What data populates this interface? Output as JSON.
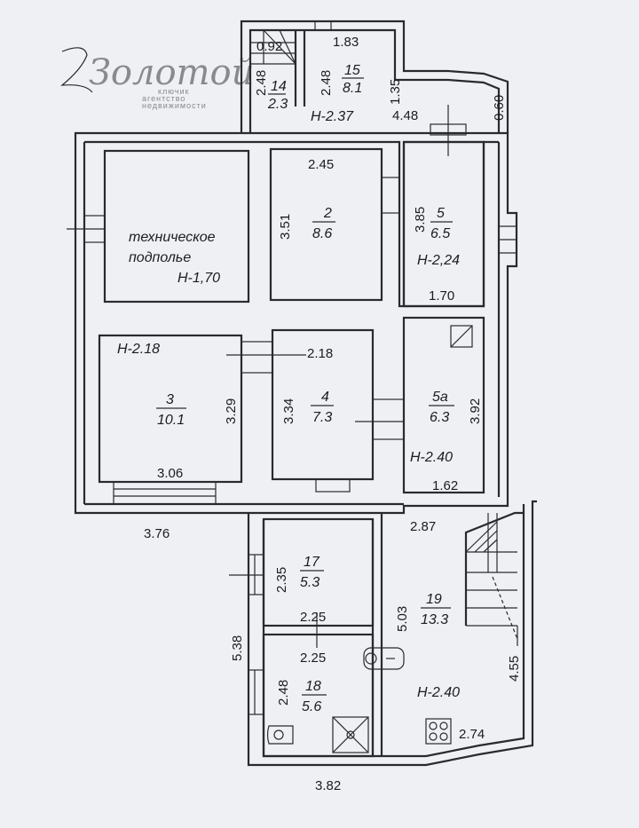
{
  "logo": {
    "name": "Золотой",
    "sub1": "ключик",
    "sub2": "агентство",
    "sub3": "недвижимости"
  },
  "rooms": {
    "tech": {
      "line1": "техническое",
      "line2": "подполье",
      "height": "Н-1,70"
    },
    "r2": {
      "num": "2",
      "area": "8.6",
      "w": "2.45",
      "h": "3.51"
    },
    "r3": {
      "num": "3",
      "area": "10.1",
      "w": "3.06",
      "h": "3.29",
      "height": "Н-2.18"
    },
    "r4": {
      "num": "4",
      "area": "7.3",
      "w": "2.18",
      "h": "3.34"
    },
    "r5": {
      "num": "5",
      "area": "6.5",
      "w": "1.70",
      "h": "3.85",
      "height": "Н-2,24"
    },
    "r5a": {
      "num": "5а",
      "area": "6.3",
      "w": "1.62",
      "h": "3.92",
      "height": "Н-2.40"
    },
    "r14": {
      "num": "14",
      "area": "2.3",
      "w": "0.92",
      "h": "2.48"
    },
    "r15": {
      "num": "15",
      "area": "8.1",
      "w": "1.83",
      "h": "2.48"
    },
    "r17": {
      "num": "17",
      "area": "5.3",
      "w": "2.25",
      "h": "2.35"
    },
    "r18": {
      "num": "18",
      "area": "5.6",
      "w": "2.25",
      "h": "2.48"
    },
    "r19": {
      "num": "19",
      "area": "13.3",
      "w": "2.87",
      "h": "5.03",
      "height": "Н-2.40"
    }
  },
  "dims": {
    "top_h": "Н-2.37",
    "d135": "1.35",
    "d448": "4.48",
    "d060": "0.60",
    "d376": "3.76",
    "d538": "5.38",
    "d382": "3.82",
    "d455": "4.55",
    "d274": "2.74"
  }
}
